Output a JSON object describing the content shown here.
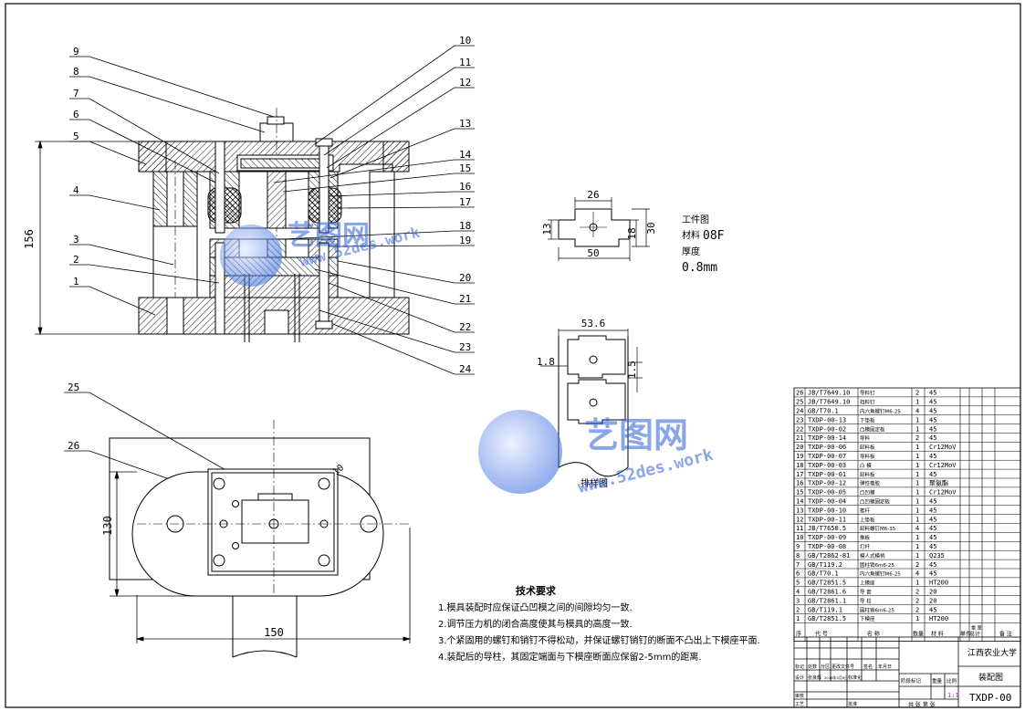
{
  "leaders": [
    "1",
    "2",
    "3",
    "4",
    "5",
    "6",
    "7",
    "8",
    "9",
    "10",
    "11",
    "12",
    "13",
    "14",
    "15",
    "16",
    "17",
    "18",
    "19",
    "20",
    "21",
    "22",
    "23",
    "24",
    "25",
    "26"
  ],
  "dims": {
    "height_156": "156",
    "height_130": "130",
    "width_150": "150",
    "hole_dia": "10",
    "part_w26": "26",
    "part_h30": "30",
    "part_h18": "18",
    "part_h13": "13",
    "part_w50": "50",
    "strip_w": "53.6",
    "strip_gap1": "1.8",
    "strip_gap2": "1.5"
  },
  "workpiece": {
    "title": "工件图",
    "material_label": "材料",
    "material": "08F",
    "thickness_label": "厚度",
    "thickness": "0.8mm"
  },
  "strip_title": "排样图",
  "watermark": {
    "brand": "艺图网",
    "url": "www.52des.work"
  },
  "tech": {
    "title": "技术要求",
    "items": [
      "1.模具装配时应保证凸凹模之间的间隙均匀一致.",
      "2.调节压力机的闭合高度使其与模具的高度一致.",
      "3.个紧固用的螺钉和销钉不得松动，并保证螺钉销钉的断面不凸出上下模座平面.",
      "4.装配后的导柱，其固定端面与下模座断面应保留2-5mm的距离."
    ]
  },
  "bom": [
    [
      "26",
      "JB/T7649.10",
      "导料钉",
      "2",
      "45"
    ],
    [
      "25",
      "JB/T7649.10",
      "挡料钉",
      "1",
      "45"
    ],
    [
      "24",
      "GB/T70.1",
      "内六角螺钉M6-25",
      "4",
      "45"
    ],
    [
      "23",
      "TXDP-00-13",
      "下垫板",
      "1",
      "45"
    ],
    [
      "22",
      "TXDP-00-02",
      "凸模固定板",
      "1",
      "45"
    ],
    [
      "21",
      "TXDP-00-14",
      "导料",
      "2",
      "45"
    ],
    [
      "20",
      "TXDP-00-06",
      "卸料板",
      "1",
      "Cr12MoV"
    ],
    [
      "19",
      "TXDP-00-07",
      "导料板",
      "1",
      "45"
    ],
    [
      "18",
      "TXDP-00-03",
      "凸 模",
      "1",
      "Cr12MoV"
    ],
    [
      "17",
      "TXDP-00-01",
      "卸料板",
      "1",
      "45"
    ],
    [
      "16",
      "TXDP-00-12",
      "弹性橡胶",
      "1",
      "聚氨酯"
    ],
    [
      "15",
      "TXDP-00-05",
      "凸凹模",
      "1",
      "Cr12MoV"
    ],
    [
      "14",
      "TXDP-00-04",
      "凸凹模固定板",
      "1",
      "45"
    ],
    [
      "13",
      "TXDP-00-10",
      "推杆",
      "1",
      "45"
    ],
    [
      "12",
      "TXDP-00-11",
      "上垫板",
      "1",
      "45"
    ],
    [
      "11",
      "JB/T7650.5",
      "卸料螺钉M6-35",
      "4",
      "45"
    ],
    [
      "10",
      "TXDP-00-09",
      "推板",
      "1",
      "45"
    ],
    [
      "9",
      "TXDP-00-08",
      "打杆",
      "1",
      "45"
    ],
    [
      "8",
      "GB/T2862-81",
      "模人式模柄",
      "1",
      "Q235"
    ],
    [
      "7",
      "GB/T119.2",
      "圆柱销6m6-25",
      "2",
      "45"
    ],
    [
      "6",
      "GB/T70.1",
      "内六角螺钉M6-25",
      "4",
      "45"
    ],
    [
      "5",
      "GB/T2851.5",
      "上模座",
      "1",
      "HT200"
    ],
    [
      "4",
      "GB/T2861.6",
      "导 套",
      "2",
      "20"
    ],
    [
      "3",
      "GB/T2861.1",
      "导 柱",
      "2",
      "20"
    ],
    [
      "2",
      "GB/T119.1",
      "圆柱销6m6-25",
      "2",
      "45"
    ],
    [
      "1",
      "GB/T2851.5",
      "下模座",
      "1",
      "HT200"
    ]
  ],
  "bom_header": [
    "序",
    "代 号",
    "名 称",
    "数量",
    "材 料",
    "单件",
    "总计",
    "备 注"
  ],
  "bom_header_sub": "重 量",
  "title_block": {
    "school": "江西农业大学",
    "drawing_name": "装配图",
    "drawing_no": "TXDP-00",
    "scale_value": "1:1",
    "row_labels": [
      "标记",
      "处数",
      "分区",
      "更改文件号",
      "签名",
      "年月日"
    ],
    "design_row": [
      "设计",
      "张良辉",
      "2018年5月6日",
      "标准化"
    ],
    "stage_labels": [
      "阶段标记",
      "重量",
      "比例"
    ],
    "bottom_labels": [
      "审核",
      "工艺",
      "批准"
    ],
    "sheet_labels": "共 张 第 张"
  }
}
